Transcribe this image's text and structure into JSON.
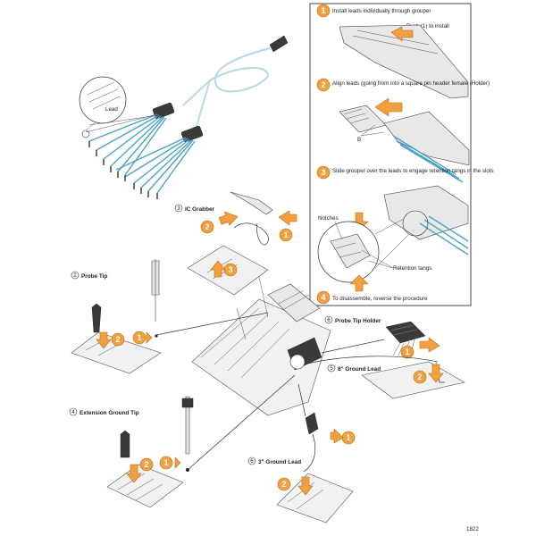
{
  "inset": {
    "steps": [
      {
        "number": "1",
        "text": "Install leads individually through grouper"
      },
      {
        "number": "2",
        "text": "Align leads (going from into a square pin header female (Holder)"
      },
      {
        "number": "3",
        "text": "Slide grouper over the leads to engage retention tangs in the slots"
      },
      {
        "number": "4",
        "text": "To disassemble, reverse the procedure"
      }
    ],
    "callouts": {
      "push_to_install": "Push (1) to install",
      "b_marker": "B",
      "notches": "Notches",
      "retention_tangs": "Retention tangs"
    }
  },
  "cable_callout": "Lead",
  "accessories": [
    {
      "number": "3",
      "name": "IC Grabber"
    },
    {
      "number": "2",
      "name": "Probe Tip"
    },
    {
      "number": "6",
      "name": "Probe Tip Holder"
    },
    {
      "number": "5",
      "name": "8\" Ground Lead"
    },
    {
      "number": "4",
      "name": "Extension Ground Tip"
    },
    {
      "number": "6",
      "name": "3\" Ground Lead"
    }
  ],
  "step_badges": [
    "1",
    "2",
    "3"
  ],
  "figure_id": "1822",
  "colors": {
    "accent": "#f0a040",
    "accent_dark": "#c06a10",
    "cable": "#4aa3c8"
  }
}
